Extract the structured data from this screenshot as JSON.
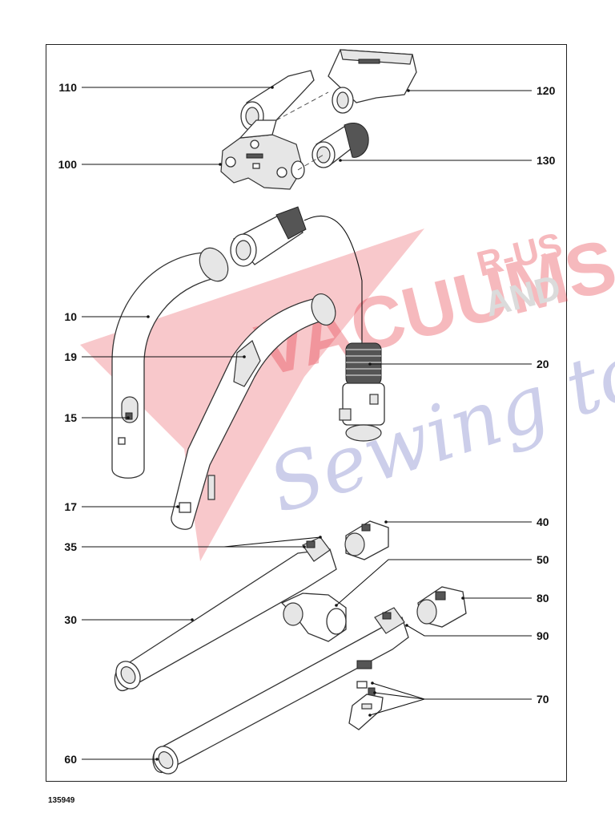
{
  "document_number": "135949",
  "part_numbers": {
    "p110": "110",
    "p120": "120",
    "p100": "100",
    "p130": "130",
    "p10": "10",
    "p19": "19",
    "p20": "20",
    "p15": "15",
    "p17": "17",
    "p40": "40",
    "p35": "35",
    "p50": "50",
    "p30": "30",
    "p80": "80",
    "p90": "90",
    "p70": "70",
    "p60": "60"
  },
  "watermark": {
    "brand": "VACUUMS",
    "line1": "R-US",
    "line2": "AND",
    "script": "Sewing too",
    "colors": {
      "red": "#e63946",
      "gray": "#9a9a9a",
      "blue": "#6f74c4"
    }
  }
}
